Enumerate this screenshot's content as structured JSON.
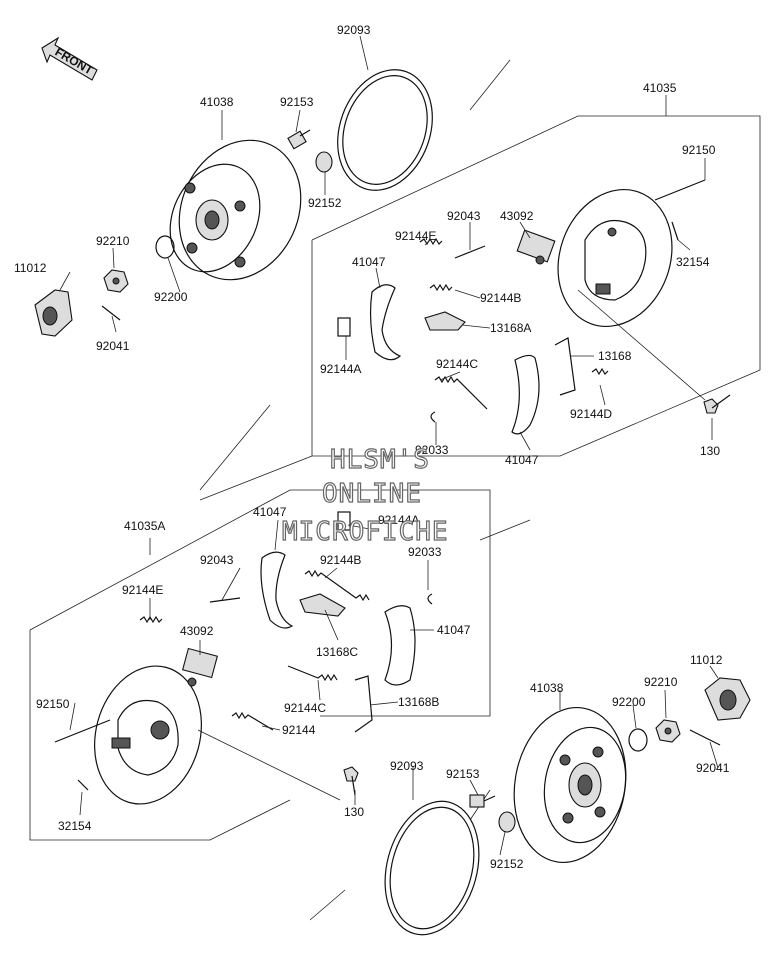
{
  "front_arrow": {
    "text": "FRONT"
  },
  "watermark": {
    "line1": "HLSM'S",
    "line2": "ONLINE",
    "line3": "MICROFICHE"
  },
  "labels": [
    {
      "id": "l1",
      "text": "92093"
    },
    {
      "id": "l2",
      "text": "41035"
    },
    {
      "id": "l3",
      "text": "41038"
    },
    {
      "id": "l4",
      "text": "92153"
    },
    {
      "id": "l5",
      "text": "92150"
    },
    {
      "id": "l6",
      "text": "92152"
    },
    {
      "id": "l7",
      "text": "92043"
    },
    {
      "id": "l8",
      "text": "43092"
    },
    {
      "id": "l9",
      "text": "92210"
    },
    {
      "id": "l10",
      "text": "92144E"
    },
    {
      "id": "l11",
      "text": "32154"
    },
    {
      "id": "l12",
      "text": "11012"
    },
    {
      "id": "l13",
      "text": "41047"
    },
    {
      "id": "l14",
      "text": "92200"
    },
    {
      "id": "l15",
      "text": "92144B"
    },
    {
      "id": "l16",
      "text": "13168A"
    },
    {
      "id": "l17",
      "text": "92041"
    },
    {
      "id": "l18",
      "text": "92144A"
    },
    {
      "id": "l19",
      "text": "92144C"
    },
    {
      "id": "l20",
      "text": "13168"
    },
    {
      "id": "l21",
      "text": "92144D"
    },
    {
      "id": "l22",
      "text": "92033"
    },
    {
      "id": "l23",
      "text": "130"
    },
    {
      "id": "l24",
      "text": "41047"
    },
    {
      "id": "l25",
      "text": "41035A"
    },
    {
      "id": "l26",
      "text": "41047"
    },
    {
      "id": "l27",
      "text": "92144A"
    },
    {
      "id": "l28",
      "text": "92043"
    },
    {
      "id": "l29",
      "text": "92144B"
    },
    {
      "id": "l30",
      "text": "92033"
    },
    {
      "id": "l31",
      "text": "92144E"
    },
    {
      "id": "l32",
      "text": "43092"
    },
    {
      "id": "l33",
      "text": "41047"
    },
    {
      "id": "l34",
      "text": "13168C"
    },
    {
      "id": "l35",
      "text": "11012"
    },
    {
      "id": "l36",
      "text": "41038"
    },
    {
      "id": "l37",
      "text": "92210"
    },
    {
      "id": "l38",
      "text": "92150"
    },
    {
      "id": "l39",
      "text": "92144C"
    },
    {
      "id": "l40",
      "text": "13168B"
    },
    {
      "id": "l41",
      "text": "92200"
    },
    {
      "id": "l42",
      "text": "92144"
    },
    {
      "id": "l43",
      "text": "92093"
    },
    {
      "id": "l44",
      "text": "92153"
    },
    {
      "id": "l45",
      "text": "92041"
    },
    {
      "id": "l46",
      "text": "130"
    },
    {
      "id": "l47",
      "text": "32154"
    },
    {
      "id": "l48",
      "text": "92152"
    }
  ]
}
